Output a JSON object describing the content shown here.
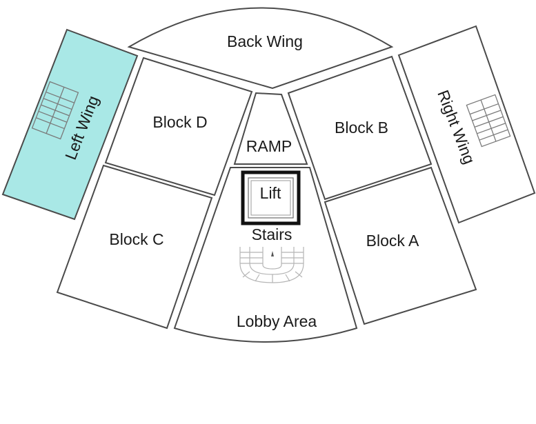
{
  "map": {
    "rooms": {
      "back_wing": "Back Wing",
      "left_wing": "Left Wing",
      "right_wing": "Right Wing",
      "block_a": "Block A",
      "block_b": "Block B",
      "block_c": "Block C",
      "block_d": "Block D",
      "ramp": "RAMP",
      "lift": "Lift",
      "stairs": "Stairs",
      "lobby": "Lobby Area"
    },
    "highlighted_room": "Left Wing",
    "colors": {
      "highlight": "#a9e8e6",
      "outline": "#4a4a4a",
      "background": "#ffffff"
    }
  }
}
